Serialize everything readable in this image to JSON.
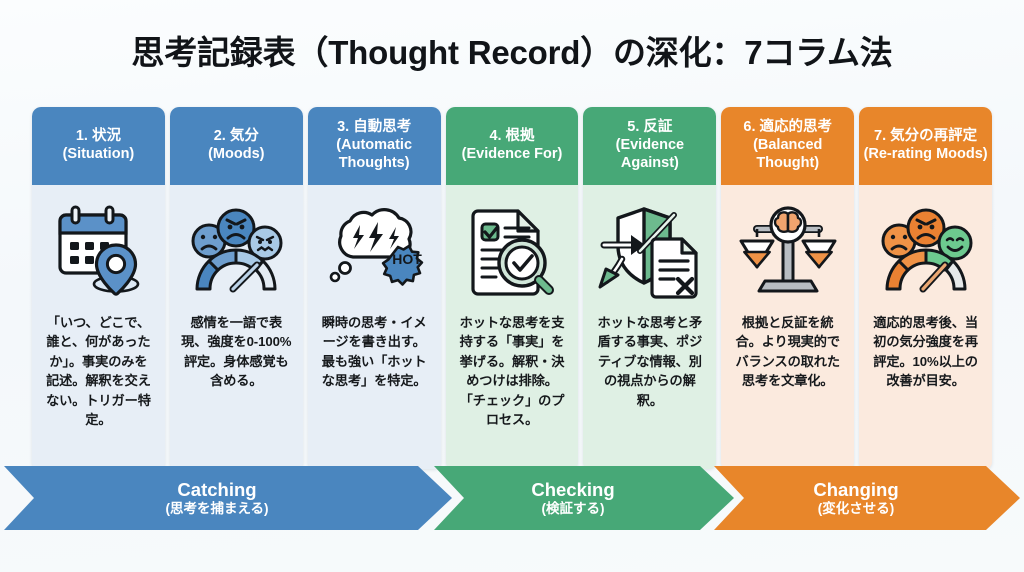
{
  "title": "思考記録表（Thought Record）の深化：7コラム法",
  "colors": {
    "blue": "#4a86bf",
    "blue_body": "#e7eef6",
    "green": "#47a877",
    "green_body": "#dff0e4",
    "orange": "#e8862a",
    "orange_body": "#fbeade",
    "background": "#f7fafc",
    "title_text": "#111418"
  },
  "columns": [
    {
      "number": "1.",
      "title_jp": "1. 状況",
      "title_en": "(Situation)",
      "icon": "calendar-location-pin-icon",
      "group": "blue",
      "text": "「いつ、どこで、誰と、何があったか」。事実のみを記述。解釈を交えない。トリガー特定。"
    },
    {
      "number": "2.",
      "title_jp": "2. 気分",
      "title_en": "(Moods)",
      "icon": "mood-faces-gauge-icon",
      "group": "blue",
      "text": "感情を一語で表現、強度を0-100%評定。身体感覚も含める。"
    },
    {
      "number": "3.",
      "title_jp": "3. 自動思考",
      "title_en": "(Automatic Thoughts)",
      "icon": "thought-cloud-lightning-hot-icon",
      "group": "blue",
      "text": "瞬時の思考・イメージを書き出す。最も強い「ホットな思考」を特定。"
    },
    {
      "number": "4.",
      "title_jp": "4. 根拠",
      "title_en": "(Evidence For)",
      "icon": "document-checklist-magnifier-icon",
      "group": "green",
      "text": "ホットな思考を支持する「事実」を挙げる。解釈・決めつけは排除。「チェック」のプロセス。"
    },
    {
      "number": "5.",
      "title_jp": "5. 反証",
      "title_en": "(Evidence Against)",
      "icon": "shield-deflect-arrow-document-x-icon",
      "group": "green",
      "text": "ホットな思考と矛盾する事実、ポジティブな情報、別の視点からの解釈。"
    },
    {
      "number": "6.",
      "title_jp": "6. 適応的思考",
      "title_en": "(Balanced Thought)",
      "icon": "balance-scales-brain-icon",
      "group": "orange",
      "text": "根拠と反証を統合。より現実的でバランスの取れた思考を文章化。"
    },
    {
      "number": "7.",
      "title_jp": "7. 気分の再評定",
      "title_en": "(Re-rating Moods)",
      "icon": "mood-faces-gauge-improved-icon",
      "group": "orange",
      "text": "適応的思考後、当初の気分強度を再評定。10%以上の改善が目安。"
    }
  ],
  "arrows": [
    {
      "en": "Catching",
      "jp": "(思考を捕まえる)",
      "color": "#4a86bf"
    },
    {
      "en": "Checking",
      "jp": "(検証する)",
      "color": "#47a877"
    },
    {
      "en": "Changing",
      "jp": "(変化させる)",
      "color": "#e8862a"
    }
  ]
}
